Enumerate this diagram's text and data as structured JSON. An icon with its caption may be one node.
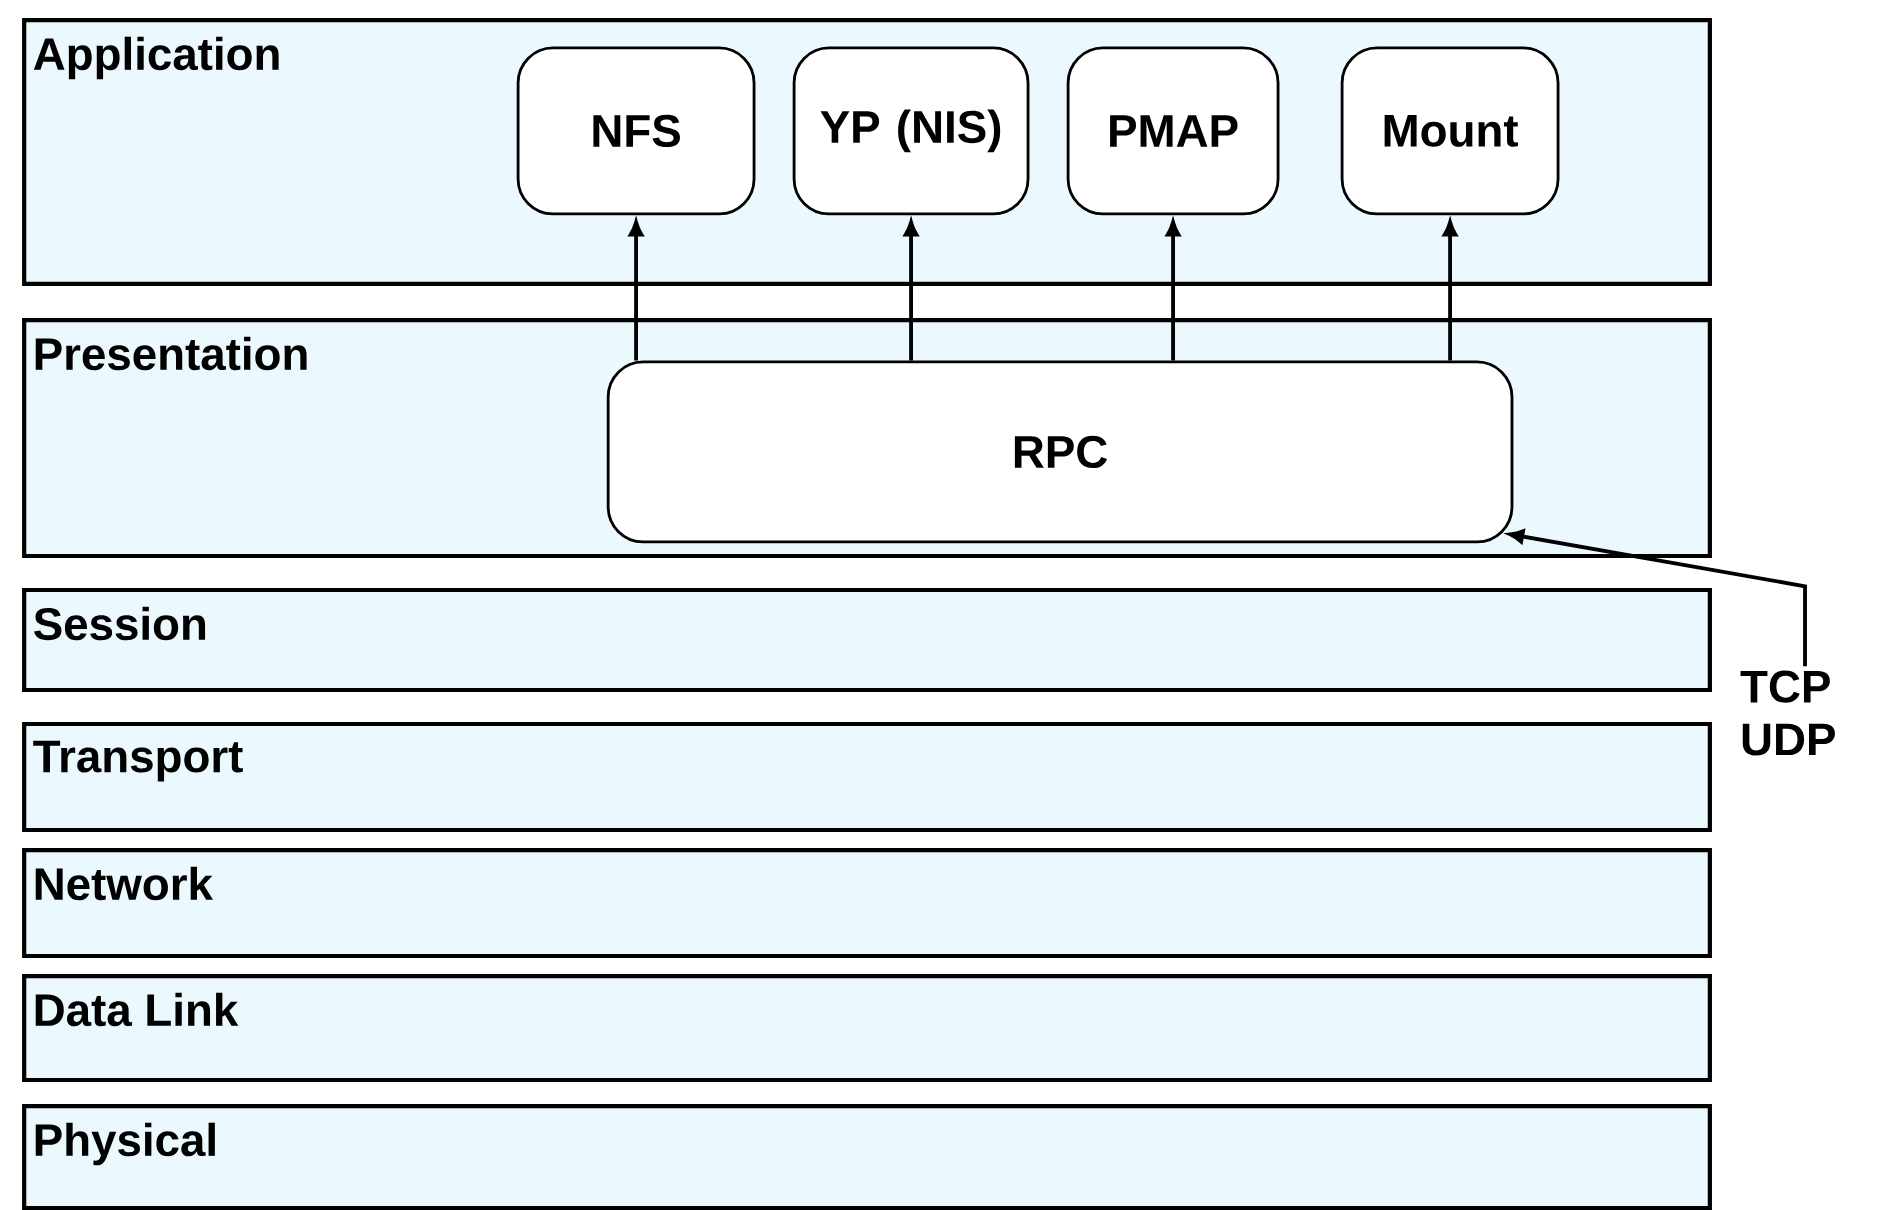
{
  "diagram": {
    "nodes": [
      {
        "text": [
          "Application"
        ]
      },
      {
        "text": [
          "NFS"
        ],
        "in": 0
      },
      {
        "text": [
          "YP (NIS)"
        ],
        "in": 0
      },
      {
        "text": [
          "PMAP"
        ],
        "in": 0
      },
      {
        "text": [
          "Mount"
        ],
        "in": 0
      },
      {
        "text": [
          "Presentation"
        ]
      },
      {
        "text": [
          "RPC"
        ],
        "in": 5
      },
      {
        "text": [
          "Session"
        ]
      },
      {
        "text": [
          "Transport"
        ]
      },
      {
        "text": [
          "Network"
        ]
      },
      {
        "text": [
          "Data Link"
        ]
      },
      {
        "text": [
          "Physical"
        ]
      },
      {
        "text": [
          "TCP UDP"
        ]
      }
    ],
    "edges": [
      {
        "from": 6,
        "to": 1,
        "arrow": "to"
      },
      {
        "from": 6,
        "to": 2,
        "arrow": "to"
      },
      {
        "from": 6,
        "to": 3,
        "arrow": "to"
      },
      {
        "from": 6,
        "to": 4,
        "arrow": "to"
      },
      {
        "from": 12,
        "to": 6,
        "arrow": "to"
      }
    ]
  }
}
